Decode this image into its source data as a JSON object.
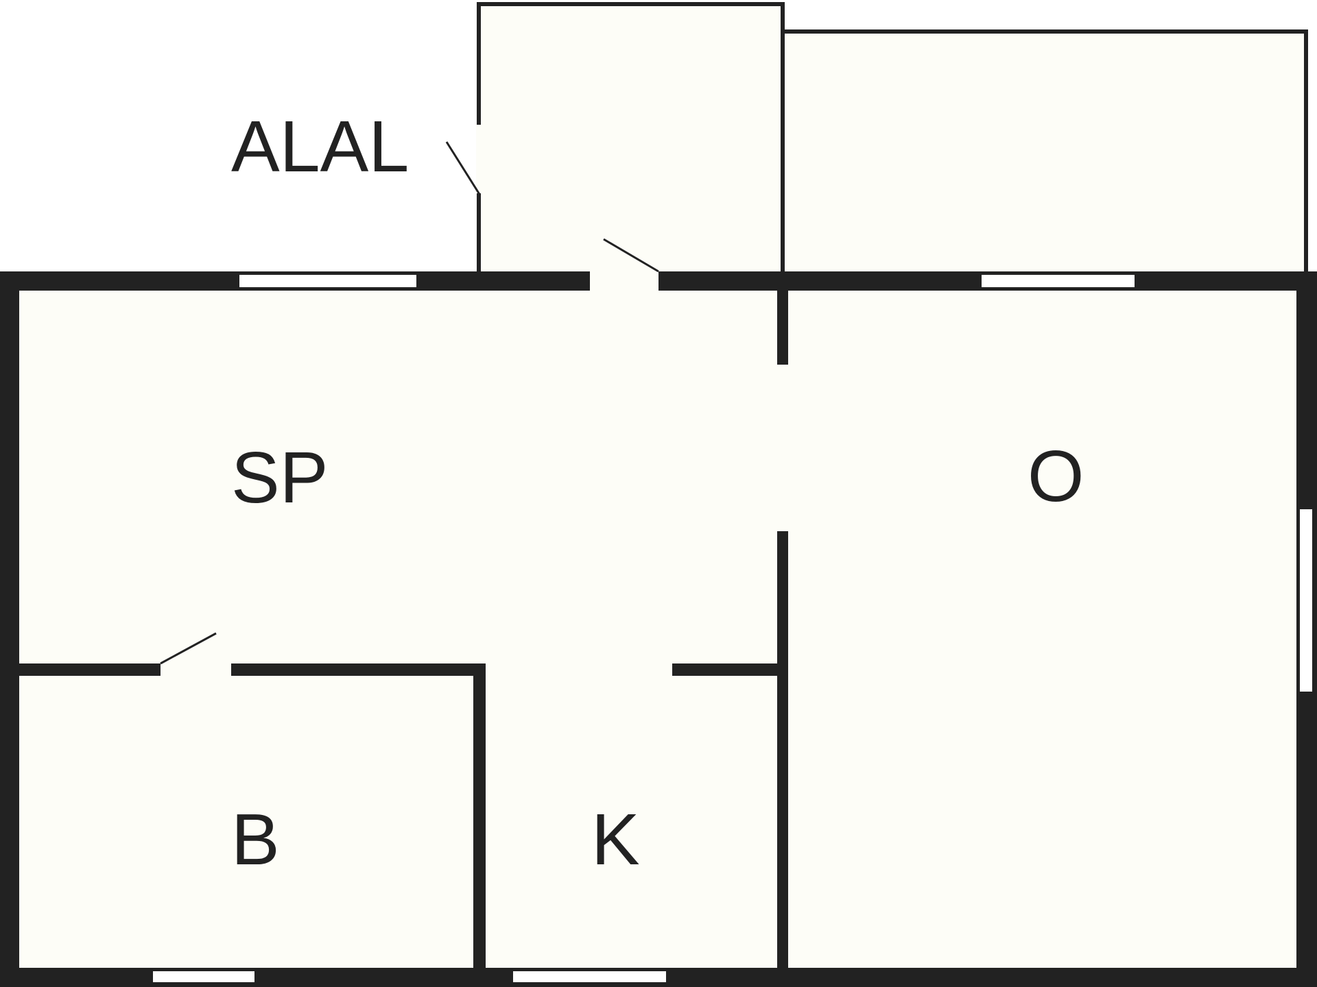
{
  "colors": {
    "wall": "#222222",
    "floor": "#fdfdf7",
    "background": "#ffffff",
    "label": "#222222"
  },
  "rooms": {
    "alal": {
      "label": "ALAL"
    },
    "sp": {
      "label": "SP"
    },
    "o": {
      "label": "O"
    },
    "b": {
      "label": "B"
    },
    "k": {
      "label": "K"
    }
  }
}
